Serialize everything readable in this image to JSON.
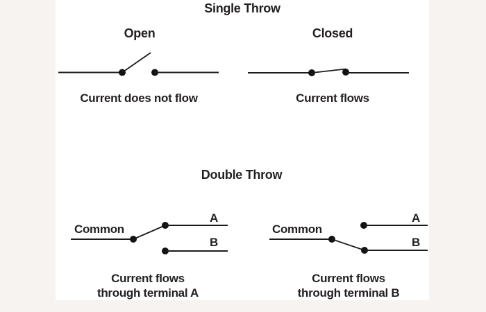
{
  "canvas": {
    "background_color": "#f6f3f1",
    "panel_color": "#ffffff",
    "line_color": "#1d1b1a",
    "text_color": "#231f20"
  },
  "single_throw": {
    "title": "Single Throw",
    "open": {
      "label": "Open",
      "caption": "Current does not flow"
    },
    "closed": {
      "label": "Closed",
      "caption": "Current flows"
    }
  },
  "double_throw": {
    "title": "Double Throw",
    "position_a": {
      "common_label": "Common",
      "terminal_a_label": "A",
      "terminal_b_label": "B",
      "caption_line1": "Current flows",
      "caption_line2": "through terminal A"
    },
    "position_b": {
      "common_label": "Common",
      "terminal_a_label": "A",
      "terminal_b_label": "B",
      "caption_line1": "Current flows",
      "caption_line2": "through terminal B"
    }
  }
}
